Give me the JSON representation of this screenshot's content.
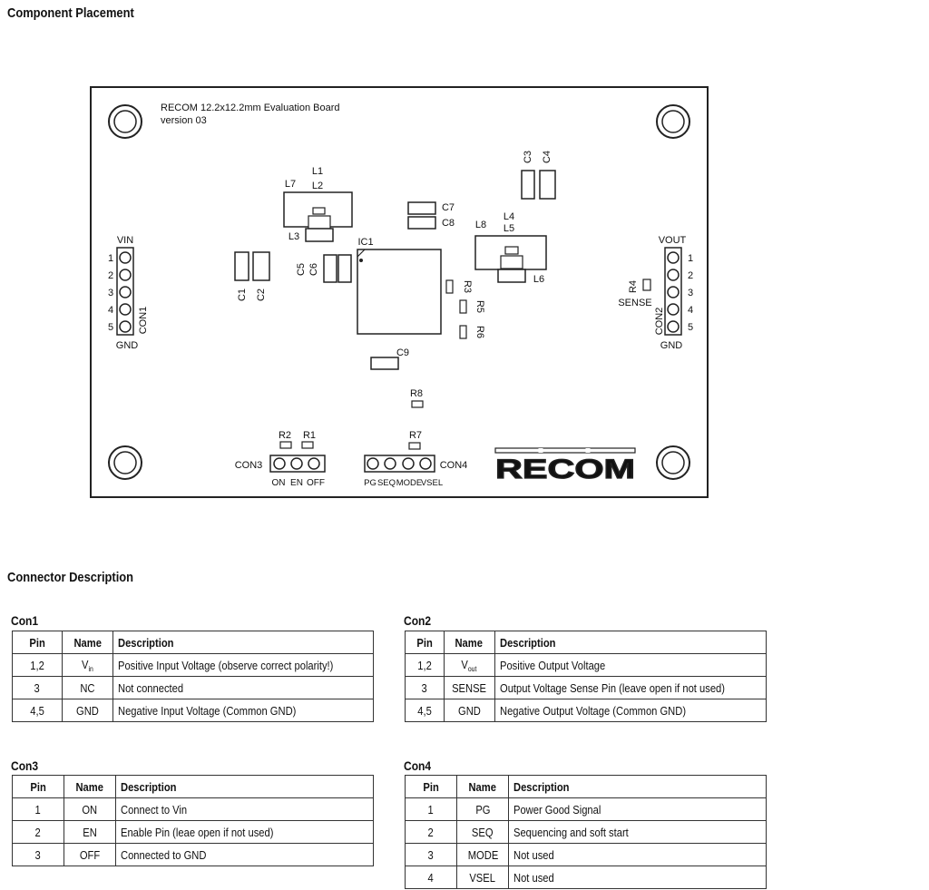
{
  "placement": {
    "title": "Component Placement",
    "board_title": "RECOM 12.2x12.2mm Evaluation Board",
    "board_version": "version 03",
    "logo": "RECOM",
    "con1": {
      "top": "VIN",
      "bottom": "GND",
      "name": "CON1",
      "pins": [
        "1",
        "2",
        "3",
        "4",
        "5"
      ]
    },
    "con2": {
      "top": "VOUT",
      "bottom": "GND",
      "name": "CON2",
      "pins": [
        "1",
        "2",
        "3",
        "4",
        "5"
      ],
      "sense": "SENSE",
      "r4": "R4"
    },
    "con3": {
      "name": "CON3",
      "labels": [
        "ON",
        "EN",
        "OFF"
      ],
      "r_labels": [
        "R2",
        "R1"
      ]
    },
    "con4": {
      "name": "CON4",
      "labels": [
        "PG",
        "SEQ",
        "MODE",
        "VSEL"
      ],
      "r_label": "R7"
    },
    "parts": {
      "L1": "L1",
      "L2": "L2",
      "L3": "L3",
      "L4": "L4",
      "L5": "L5",
      "L6": "L6",
      "L7": "L7",
      "L8": "L8",
      "C1": "C1",
      "C2": "C2",
      "C3": "C3",
      "C4": "C4",
      "C5": "C5",
      "C6": "C6",
      "C7": "C7",
      "C8": "C8",
      "C9": "C9",
      "R3": "R3",
      "R5": "R5",
      "R6": "R6",
      "R8": "R8",
      "IC1": "IC1"
    }
  },
  "connectors": {
    "title": "Connector Description",
    "headers": {
      "pin": "Pin",
      "name": "Name",
      "desc": "Description"
    },
    "tables": [
      {
        "title": "Con1",
        "rows": [
          {
            "pin": "1,2",
            "name": "V",
            "sub": "in",
            "desc": "Positive Input Voltage (observe correct polarity!)"
          },
          {
            "pin": "3",
            "name": "NC",
            "desc": "Not connected"
          },
          {
            "pin": "4,5",
            "name": "GND",
            "desc": "Negative Input Voltage (Common GND)"
          }
        ]
      },
      {
        "title": "Con2",
        "rows": [
          {
            "pin": "1,2",
            "name": "V",
            "sub": "out",
            "desc": "Positive Output Voltage"
          },
          {
            "pin": "3",
            "name": "SENSE",
            "desc": "Output Voltage Sense Pin (leave open if not used)"
          },
          {
            "pin": "4,5",
            "name": "GND",
            "desc": "Negative Output Voltage (Common GND)"
          }
        ]
      },
      {
        "title": "Con3",
        "rows": [
          {
            "pin": "1",
            "name": "ON",
            "desc": "Connect to Vin"
          },
          {
            "pin": "2",
            "name": "EN",
            "desc": "Enable Pin (leae open if not used)"
          },
          {
            "pin": "3",
            "name": "OFF",
            "desc": "Connected to GND"
          }
        ]
      },
      {
        "title": "Con4",
        "rows": [
          {
            "pin": "1",
            "name": "PG",
            "desc": "Power Good Signal"
          },
          {
            "pin": "2",
            "name": "SEQ",
            "desc": "Sequencing and soft start"
          },
          {
            "pin": "3",
            "name": "MODE",
            "desc": "Not used"
          },
          {
            "pin": "4",
            "name": "VSEL",
            "desc": "Not used"
          }
        ]
      }
    ]
  }
}
